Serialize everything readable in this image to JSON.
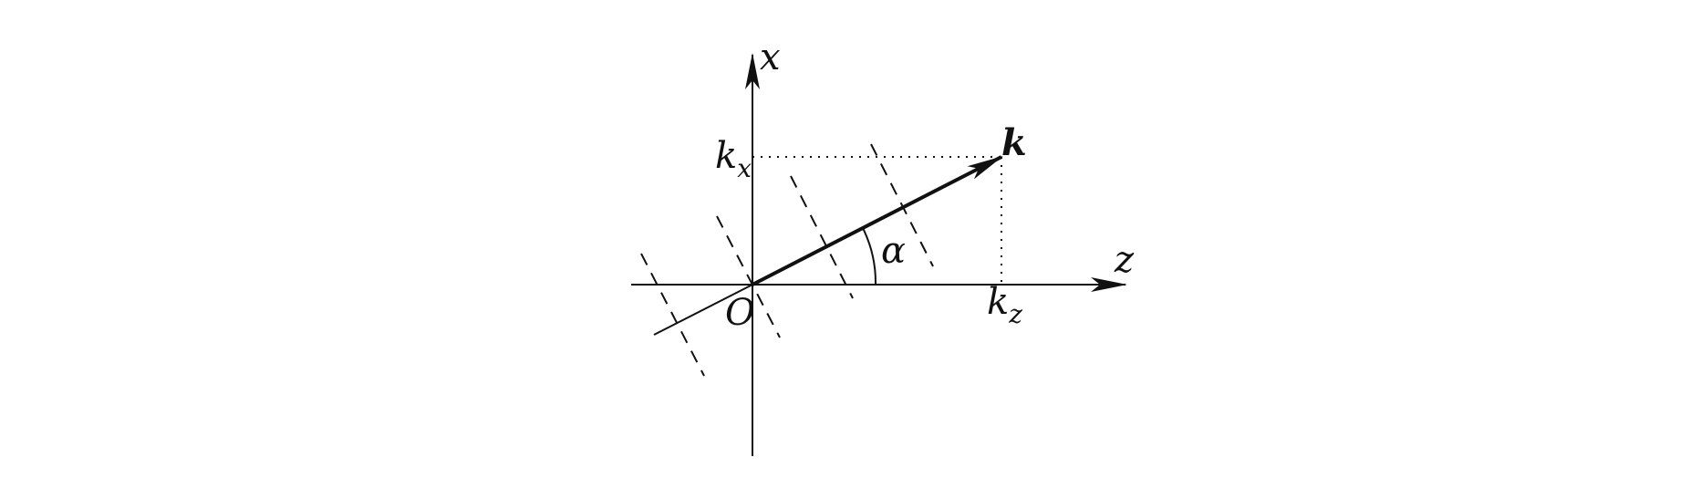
{
  "diagram": {
    "labels": {
      "x_axis": "x",
      "z_axis": "z",
      "origin": "O",
      "vector": "k",
      "angle": "α",
      "kx_main": "k",
      "kx_sub": "x",
      "kz_main": "k",
      "kz_sub": "z"
    },
    "colors": {
      "ink": "#111111",
      "background": "#ffffff"
    }
  }
}
